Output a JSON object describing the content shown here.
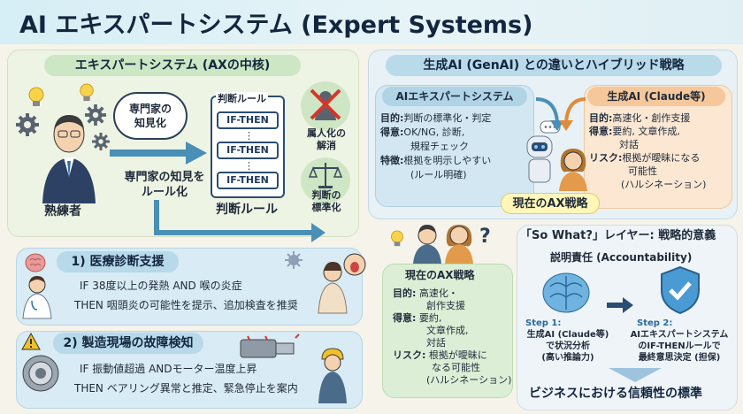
{
  "title": "AI エキスパートシステム (Expert Systems)",
  "left_panel": {
    "header": "エキスパートシステム (AXの中核)",
    "expert_label": "熟練者",
    "bubble_line1": "専門家の",
    "bubble_line2": "知見化",
    "rule_title_top": "判断ルール",
    "rule_boxes": [
      "IF-THEN",
      "IF-THEN",
      "IF-THEN"
    ],
    "rule_dots": [
      "⋮",
      "⋮"
    ],
    "rule_title_bottom": "判断ルール",
    "arrow_text_line1": "専門家の知見を",
    "arrow_text_line2": "ルール化",
    "benefit1_line1": "属人化の",
    "benefit1_line2": "解消",
    "benefit2_line1": "判断の",
    "benefit2_line2": "標準化"
  },
  "example1": {
    "header": "1) 医療診断支援",
    "if_line": "IF   38度以上の発熱  AND  喉の炎症",
    "then_line": "THEN  咽頭炎の可能性を提示、追加検査を推奨"
  },
  "example2": {
    "header": "2) 製造現場の故障検知",
    "if_line": "IF   振動値超過 ANDモーター温度上昇",
    "then_line": "THEN  ベアリング異常と推定、緊急停止を案内"
  },
  "right_top": {
    "header": "生成AI (GenAI) との違いとハイブリッド戦略",
    "ai_expert": {
      "title": "AIエキスパートシステム",
      "rows": [
        {
          "label": "目的:",
          "value": "判断の標準化・判定"
        },
        {
          "label": "得意:",
          "value": "OK/NG, 診断,"
        },
        {
          "label": "",
          "value": "規程チェック"
        },
        {
          "label": "特徴:",
          "value": "根拠を明示しやすい"
        },
        {
          "label": "",
          "value": "(ルール明確)"
        }
      ]
    },
    "genai": {
      "title": "生成AI (Claude等)",
      "rows": [
        {
          "label": "目的:",
          "value": "高速化・創作支援"
        },
        {
          "label": "得意:",
          "value": "要約, 文章作成,"
        },
        {
          "label": "",
          "value": "対話"
        },
        {
          "label": "リスク:",
          "value": "根拠が曖昧になる"
        },
        {
          "label": "",
          "value": "可能性"
        },
        {
          "label": "",
          "value": "(ハルシネーション)"
        }
      ]
    },
    "ax_strategy_label": "現在のAX戦略"
  },
  "middle_card": {
    "title": "現在のAX戦略",
    "rows": [
      {
        "label": "目的:",
        "value": "高速化・"
      },
      {
        "label": "",
        "value": "創作支援"
      },
      {
        "label": "得意:",
        "value": "要約,"
      },
      {
        "label": "",
        "value": "文章作成,"
      },
      {
        "label": "",
        "value": "対話"
      },
      {
        "label": "リスク:",
        "value": "根拠が曖昧に"
      },
      {
        "label": "",
        "value": "なる可能性"
      },
      {
        "label": "",
        "value": "(ハルシネーション)"
      }
    ]
  },
  "so_what": {
    "header": "「So What?」レイヤー: 戦略的意義",
    "subheader": "説明責任 (Accountability)",
    "step1_label": "Step 1:",
    "step1_lines": [
      "生成AI (Claude等)",
      "で状況分析",
      "(高い推論力)"
    ],
    "step2_label": "Step 2:",
    "step2_lines": [
      "AIエキスパートシステム",
      "のIF-THENルールで",
      "最終意思決定 (担保)"
    ],
    "conclusion": "ビジネスにおける信頼性の標準"
  },
  "colors": {
    "accent_green": "#cfe8c9",
    "accent_blue": "#cfe6f2",
    "accent_orange": "#f7d9b8",
    "navy": "#13263f"
  }
}
